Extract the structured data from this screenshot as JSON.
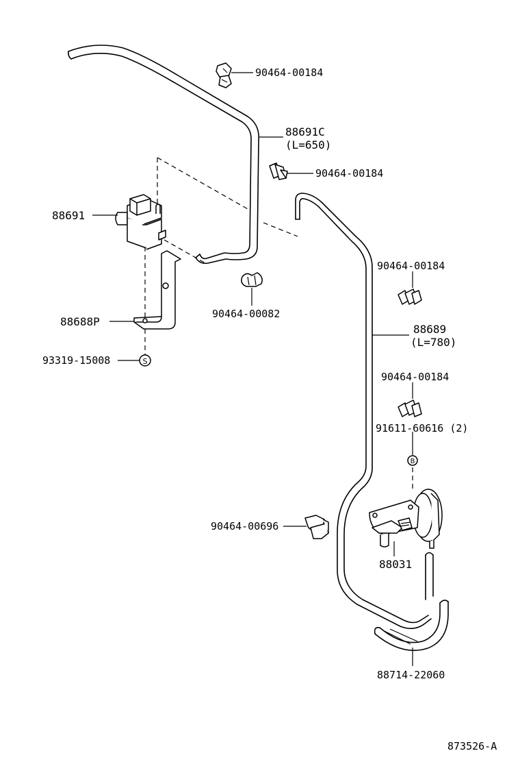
{
  "figure_id": "873526-A",
  "parts": {
    "clip_top": "90464-00184",
    "hose_upper": "88691C",
    "hose_upper_length": "(L=650)",
    "clip_upper_right": "90464-00184",
    "vsv": "88691",
    "clip_lower": "90464-00082",
    "bracket": "88688P",
    "bolt": "93319-15008",
    "clip_mid_right": "90464-00184",
    "hose_main": "88689",
    "hose_main_length": "(L=780)",
    "clip_lower_right": "90464-00184",
    "screw": "91611-60616 (2)",
    "clamp": "90464-00696",
    "actuator": "88031",
    "hose_bottom": "88714-22060"
  }
}
